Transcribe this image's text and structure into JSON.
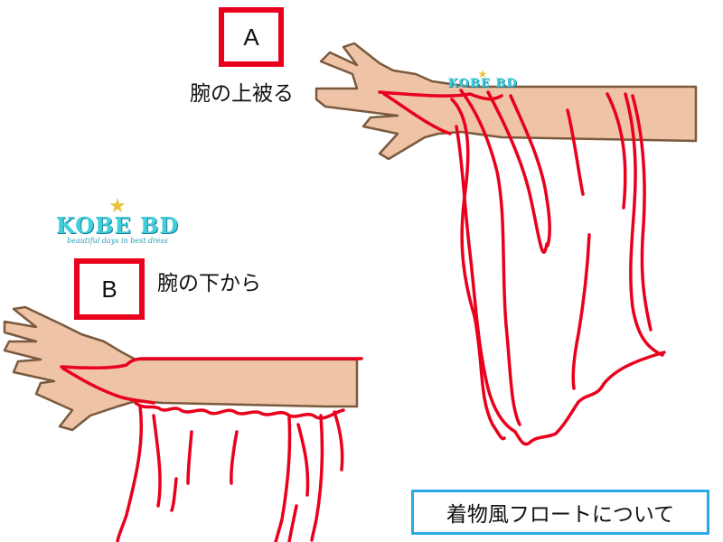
{
  "diagram": {
    "labels": {
      "a": "A",
      "b": "B"
    },
    "captions": {
      "a": "腕の上被る",
      "b": "腕の下から"
    },
    "logo": {
      "name": "KOBE BD",
      "tagline": "beautiful days in best dress"
    },
    "footer_title": "着物風フロートについて"
  },
  "colors": {
    "skin": "#efc3a6",
    "skin_outline": "#7a5a3e",
    "fabric_line": "#e8001c",
    "label_border": "#e8001c",
    "footer_border": "#2aa9e6",
    "logo_text": "#3fd0dc"
  }
}
